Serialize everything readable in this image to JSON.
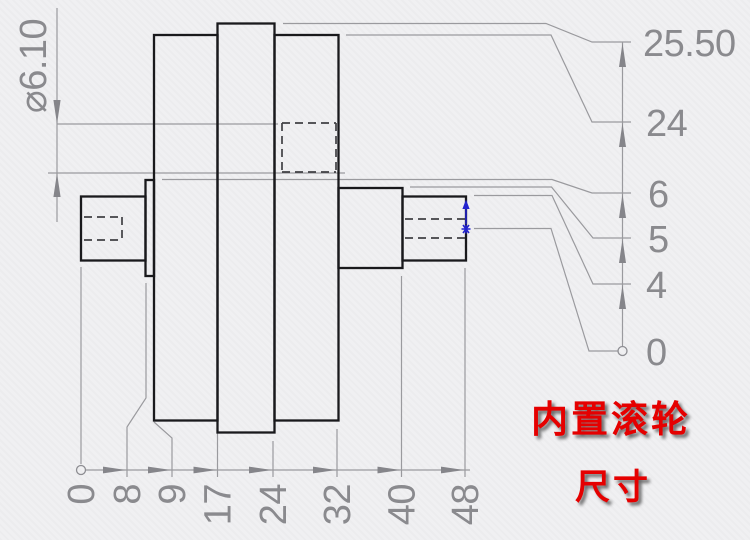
{
  "title": {
    "line1": "内置滚轮",
    "line2": "尺寸"
  },
  "dimensions": {
    "diameter_label": "⌀6.10",
    "diameter_value": 6.1,
    "right_ordinates": {
      "labels": [
        "25.50",
        "24",
        "6",
        "5",
        "4",
        "0"
      ],
      "values": [
        25.5,
        24,
        6,
        5,
        4,
        0
      ]
    },
    "bottom_ordinates": {
      "labels": [
        "0",
        "8",
        "9",
        "17",
        "24",
        "32",
        "40",
        "48"
      ],
      "values": [
        0,
        8,
        9,
        17,
        24,
        32,
        40,
        48
      ]
    }
  },
  "colors": {
    "background": "#f0f0f2",
    "part_line": "#19191c",
    "hidden_line": "#404044",
    "dimension_line": "#9a9a9e",
    "dimension_text": "#8a8a8e",
    "selection_marker_blue": "#2323cf",
    "title_red": "#e50000"
  }
}
